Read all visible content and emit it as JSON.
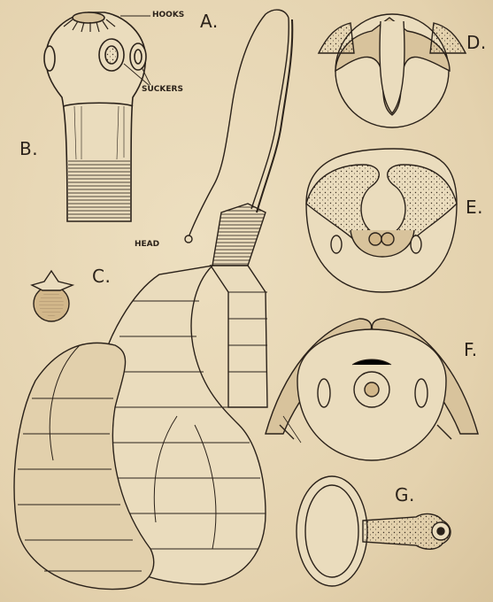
{
  "figure_labels": {
    "a": "A.",
    "b": "B.",
    "c": "C.",
    "d": "D.",
    "e": "E.",
    "f": "F.",
    "g": "G."
  },
  "callouts": {
    "hooks": "HOOKS",
    "suckers": "SUCKERS",
    "head": "HEAD"
  },
  "colors": {
    "paper": "#e6d6b4",
    "ink": "#2b221a",
    "shade": "#a8906a"
  }
}
